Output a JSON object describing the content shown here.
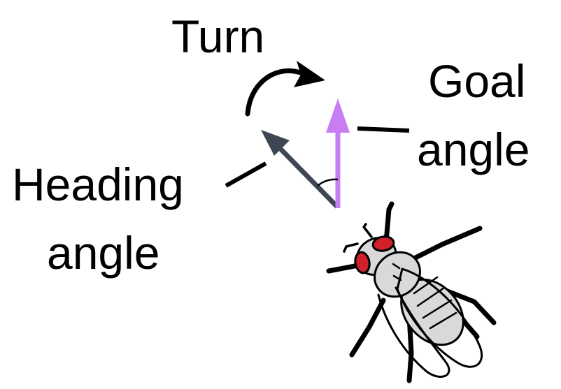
{
  "labels": {
    "turn": "Turn",
    "goal_line1": "Goal",
    "goal_line2": "angle",
    "heading_line1": "Heading",
    "heading_line2": "angle"
  },
  "colors": {
    "goal_arrow": "#c77ef0",
    "heading_arrow": "#3e4654",
    "turn_arrow": "#000000",
    "leader_lines": "#000000",
    "fly_eye": "#d0202a",
    "fly_body": "#d9d9d9",
    "fly_outline": "#000000"
  },
  "icons": {
    "fly": "fruit-fly-icon"
  }
}
